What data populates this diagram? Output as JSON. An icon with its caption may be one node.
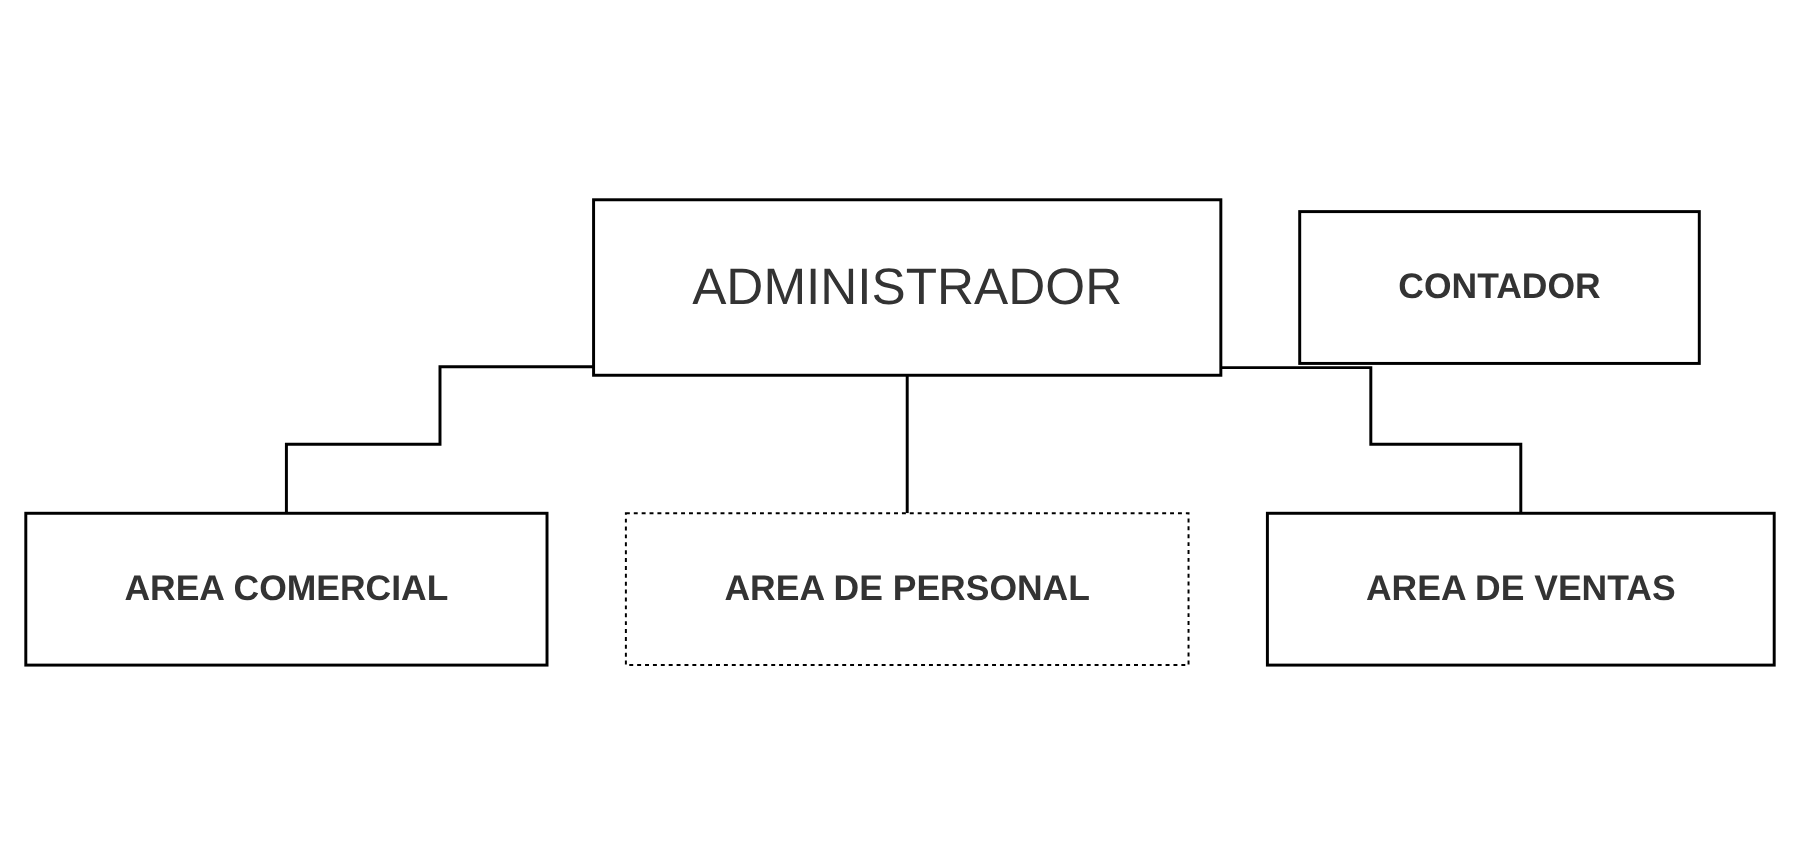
{
  "diagram": {
    "nodes": [
      {
        "text": [
          "ADMINISTRADOR"
        ]
      },
      {
        "text": [
          "CONTADOR"
        ]
      },
      {
        "text": [
          "AREA COMERCIAL"
        ]
      },
      {
        "text": [
          "AREA DE PERSONAL"
        ]
      },
      {
        "text": [
          "AREA DE VENTAS"
        ]
      }
    ],
    "edges": [
      {
        "from": 0,
        "to": 2,
        "arrow": "none"
      },
      {
        "from": 0,
        "to": 3,
        "arrow": "none"
      },
      {
        "from": 0,
        "to": 4,
        "arrow": "none"
      }
    ]
  }
}
